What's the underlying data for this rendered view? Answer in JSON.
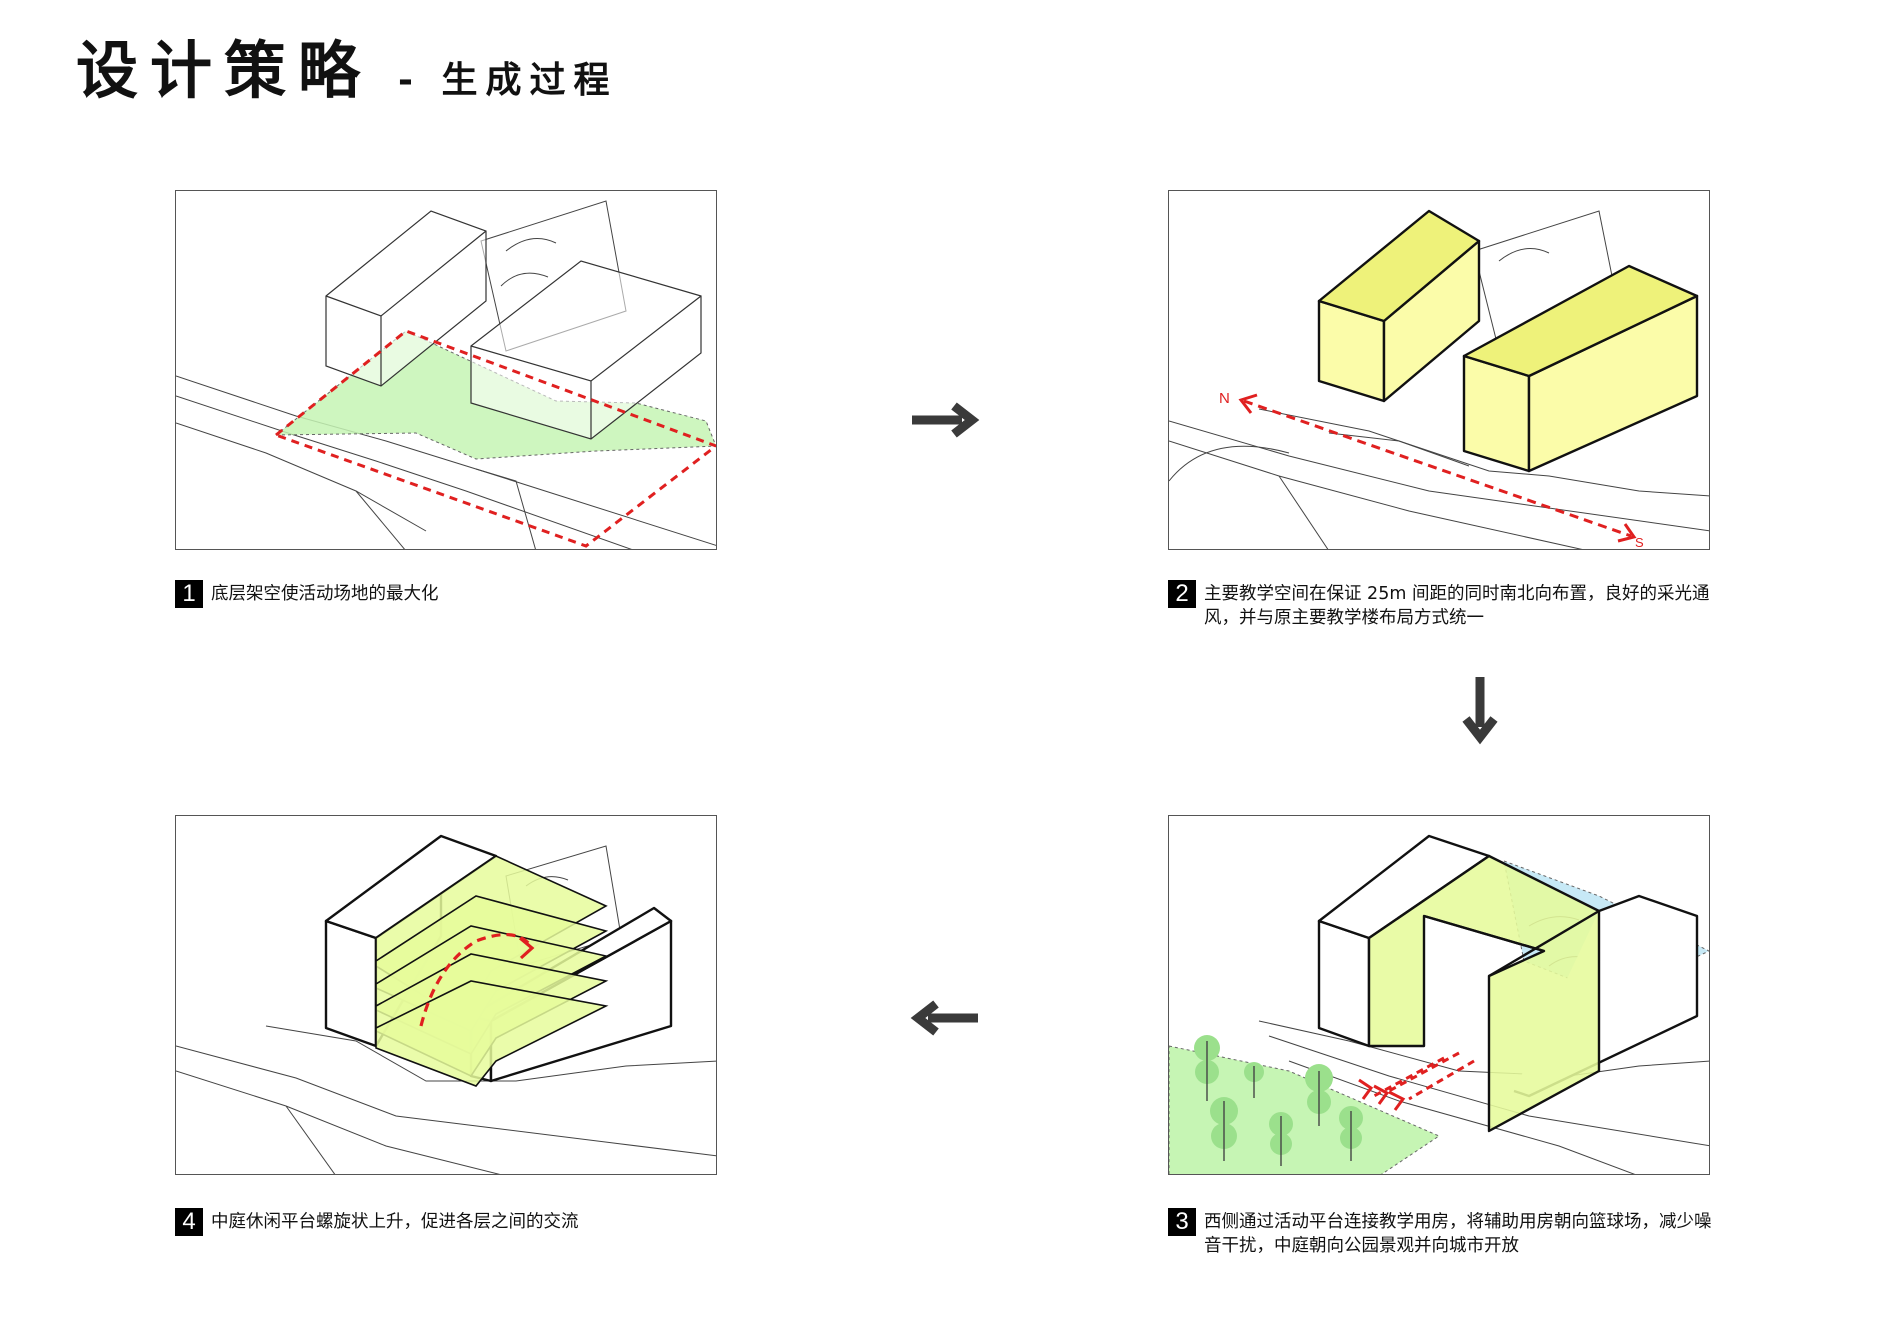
{
  "header": {
    "title": "设计策略",
    "subtitle": "- 生成过程"
  },
  "steps": [
    {
      "number": "1",
      "caption": "底层架空使活动场地的最大化"
    },
    {
      "number": "2",
      "caption": "主要教学空间在保证 25m 间距的同时南北向布置，良好的采光通风，并与原主要教学楼布局方式统一"
    },
    {
      "number": "3",
      "caption": "西侧通过活动平台连接教学用房，将辅助用房朝向篮球场，减少噪音干扰，中庭朝向公园景观并向城市开放"
    },
    {
      "number": "4",
      "caption": "中庭休闲平台螺旋状上升，促进各层之间的交流"
    }
  ],
  "compass": {
    "north": "N",
    "south": "S"
  },
  "colors": {
    "green_fill": "#c6f5b4",
    "yellow_fill": "#fbfca9",
    "lime_fill": "#e6fb9b",
    "blue_fill": "#c7e9f6",
    "red_dash": "#e02020",
    "arrow": "#3a3a3a"
  },
  "icons": [
    "arrow-right-icon",
    "arrow-down-icon",
    "arrow-left-icon",
    "compass-arrow-icon"
  ]
}
